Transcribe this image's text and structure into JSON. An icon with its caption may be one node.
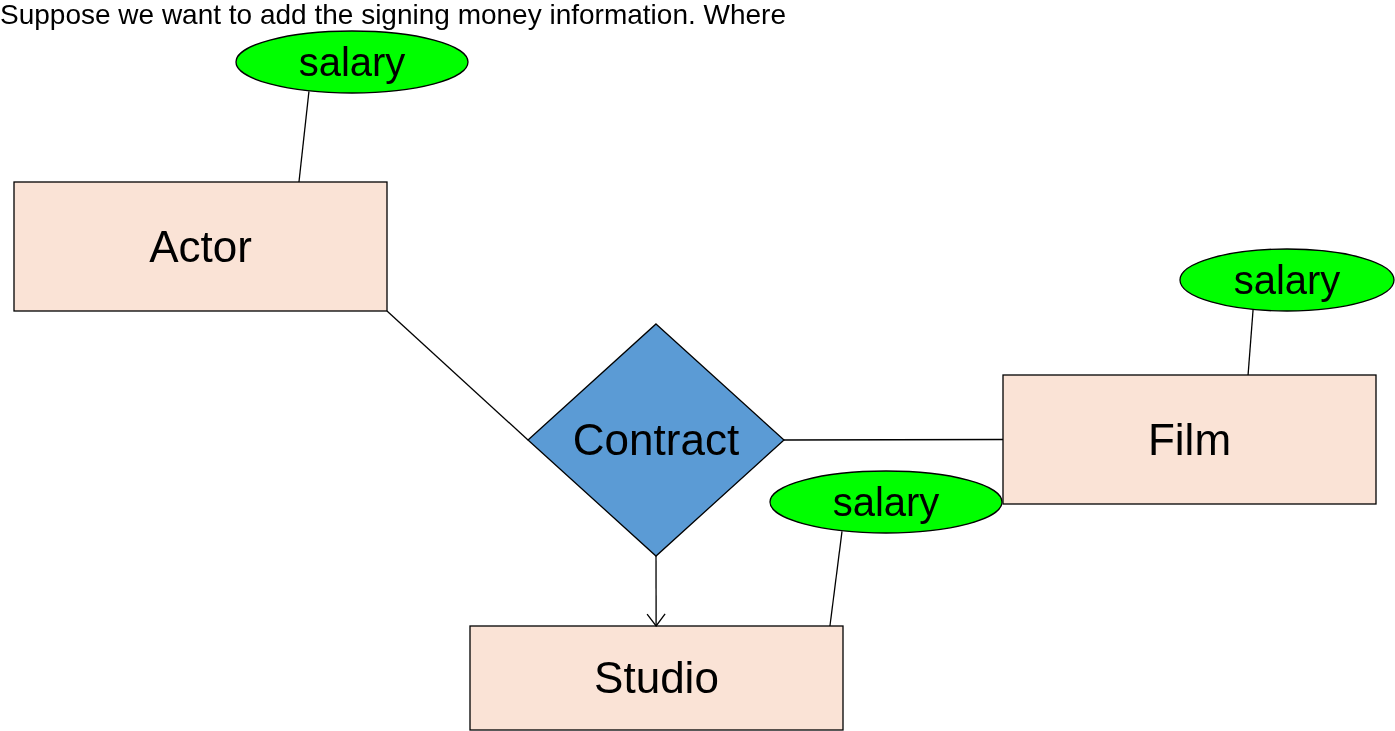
{
  "diagram": {
    "title": "Suppose we want to add the signing money information. Where",
    "nodes": [
      {
        "text": [
          "salary"
        ]
      },
      {
        "text": [
          "Actor"
        ]
      },
      {
        "text": [
          "Contract"
        ]
      },
      {
        "text": [
          "salary"
        ]
      },
      {
        "text": [
          "Film"
        ]
      },
      {
        "text": [
          "salary"
        ]
      },
      {
        "text": [
          "Studio"
        ]
      }
    ],
    "edges": [
      {
        "from": 0,
        "to": 1,
        "arrow": "none"
      },
      {
        "from": 1,
        "to": 2,
        "arrow": "none"
      },
      {
        "from": 2,
        "to": 4,
        "arrow": "none"
      },
      {
        "from": 2,
        "to": 6,
        "arrow": "to"
      },
      {
        "from": 3,
        "to": 4,
        "arrow": "none"
      },
      {
        "from": 5,
        "to": 6,
        "arrow": "none"
      }
    ]
  }
}
